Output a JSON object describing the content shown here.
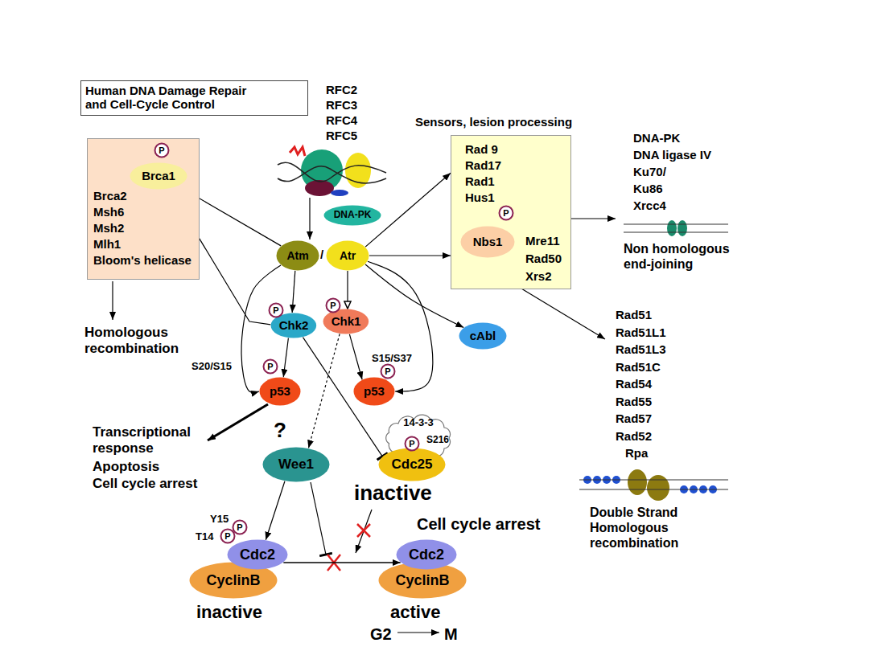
{
  "diagram": {
    "title": "Human DNA Damage Repair and Cell-Cycle Control",
    "nodes": [
      {
        "text": [
          "Brca2",
          "Msh6",
          "Msh2",
          "Mlh1",
          "Bloom's helicase"
        ]
      },
      {
        "text": [
          "Brca1"
        ],
        "in": 0
      },
      {
        "text": [
          "P"
        ],
        "in": 0
      },
      {
        "text": [
          "DNA-PK"
        ]
      },
      {
        "text": [
          "Atm"
        ]
      },
      {
        "text": [
          "Atr"
        ]
      },
      {
        "text": [
          "Sensors, lesion processing",
          "Rad 9",
          "Rad17",
          "Rad1",
          "Hus1",
          "Mre11",
          "Rad50",
          "Xrs2"
        ]
      },
      {
        "text": [
          "P"
        ],
        "in": 6
      },
      {
        "text": [
          "Nbs1"
        ],
        "in": 6
      },
      {
        "text": [
          "P"
        ]
      },
      {
        "text": [
          "Chk2"
        ]
      },
      {
        "text": [
          "P"
        ]
      },
      {
        "text": [
          "Chk1"
        ]
      },
      {
        "text": [
          "cAbl"
        ]
      },
      {
        "text": [
          "P"
        ]
      },
      {
        "text": [
          "p53"
        ]
      },
      {
        "text": [
          "P"
        ]
      },
      {
        "text": [
          "p53"
        ]
      },
      {
        "text": [
          "14-3-3"
        ]
      },
      {
        "text": [
          "P"
        ]
      },
      {
        "text": [
          "Cdc25"
        ]
      },
      {
        "text": [
          "Wee1"
        ]
      },
      {
        "text": [
          "P"
        ]
      },
      {
        "text": [
          "P"
        ]
      },
      {
        "text": [
          "Cdc2"
        ]
      },
      {
        "text": [
          "CyclinB"
        ]
      },
      {
        "text": [
          "Cdc2"
        ]
      },
      {
        "text": [
          "CyclinB"
        ]
      }
    ],
    "edges": [
      {
        "from": 4,
        "to": 1,
        "arrow": "to"
      },
      {
        "from": 10,
        "to": 1,
        "arrow": "to"
      },
      {
        "from": 5,
        "to": 6,
        "arrow": "to"
      },
      {
        "from": 5,
        "to": 6,
        "arrow": "to"
      },
      {
        "from": 4,
        "to": 10,
        "arrow": "to"
      },
      {
        "from": 5,
        "to": 12,
        "arrow": "to"
      },
      {
        "from": 5,
        "to": 13,
        "arrow": "to"
      },
      {
        "from": 4,
        "to": 15,
        "arrow": "to"
      },
      {
        "from": 5,
        "to": 17,
        "arrow": "to"
      },
      {
        "from": 10,
        "to": 15,
        "arrow": "to"
      },
      {
        "from": 12,
        "to": 17,
        "arrow": "to"
      },
      {
        "from": 10,
        "to": 20,
        "arrow": "to"
      },
      {
        "from": 12,
        "to": 21,
        "arrow": "to"
      },
      {
        "from": 21,
        "to": 24,
        "arrow": "to"
      },
      {
        "from": 24,
        "to": 26,
        "arrow": "to"
      }
    ],
    "labels": [
      "RFC2",
      "RFC3",
      "RFC4",
      "RFC5",
      "/",
      "DNA-PK",
      "DNA ligase IV",
      "Ku70/",
      "Ku86",
      "Xrcc4",
      "Non homologous end-joining",
      "Homologous recombination",
      "Rad51",
      "Rad51L1",
      "Rad51L3",
      "Rad51C",
      "Rad54",
      "Rad55",
      "Rad57",
      "Rad52",
      "Rpa",
      "S20/S15",
      "S15/S37",
      "Transcriptional response",
      "Apoptosis",
      "Cell cycle arrest",
      "?",
      "S216",
      "inactive",
      "Double Strand Homologous recombination",
      "Y15",
      "T14",
      "Cell cycle arrest",
      "inactive",
      "active",
      "G2",
      "M"
    ]
  }
}
